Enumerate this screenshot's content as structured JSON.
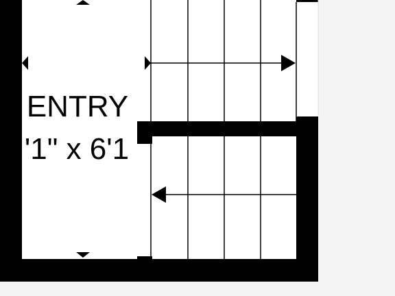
{
  "room": {
    "name": "ENTRY",
    "dimensions": "'1\" x 6'1"
  },
  "colors": {
    "wall": "#000000",
    "background": "#ffffff",
    "page_margin": "#f4f4f4"
  },
  "icons": {
    "arrow_up_stair": "arrow-right",
    "arrow_down_stair": "arrow-left",
    "dimension_ticks": "triangle"
  }
}
